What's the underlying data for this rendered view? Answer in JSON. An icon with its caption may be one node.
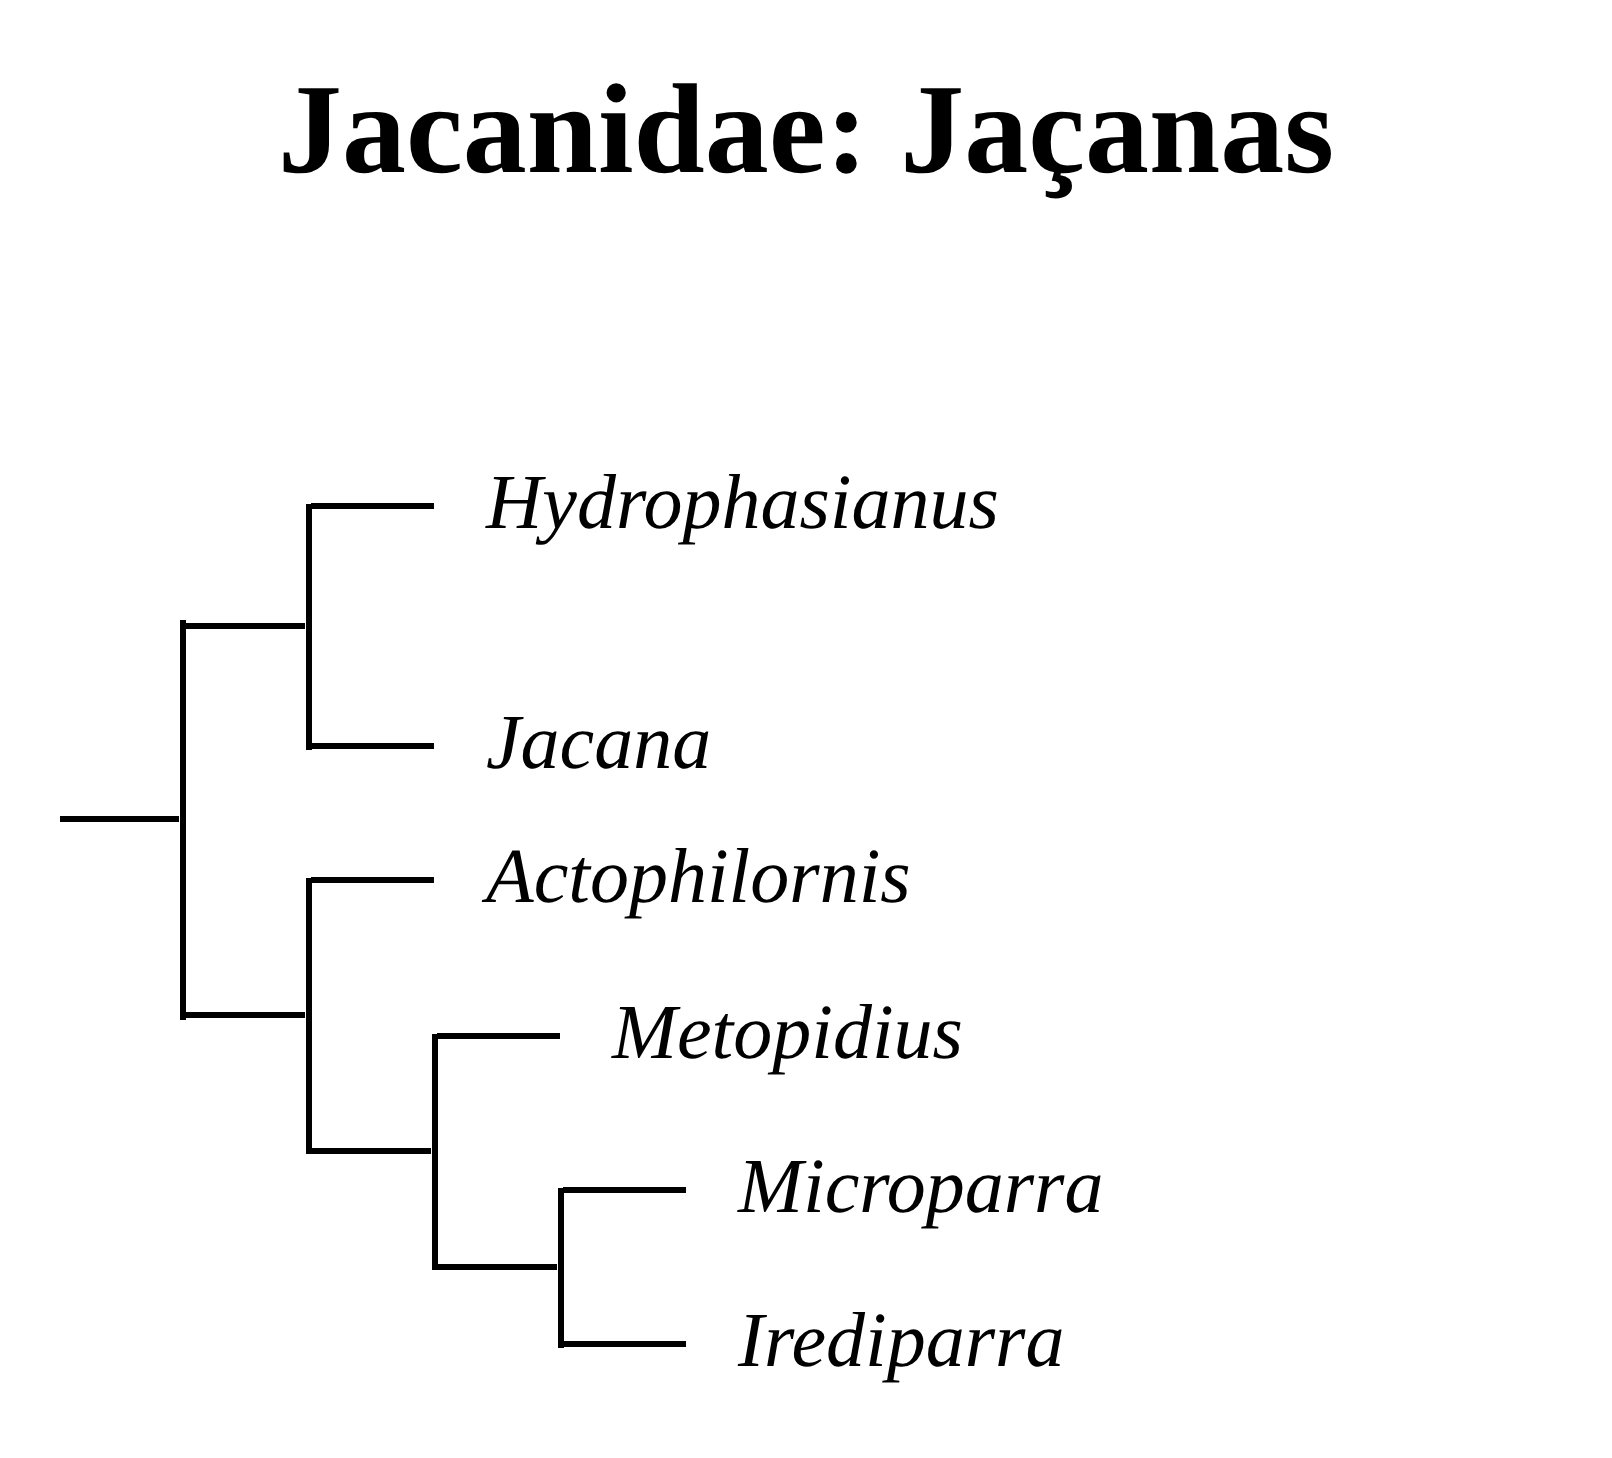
{
  "diagram": {
    "title": "Jacanidae: Jaçanas",
    "nodes": [
      {
        "text": [
          "Hydrophasianus"
        ]
      },
      {
        "text": [
          "Jacana"
        ]
      },
      {
        "text": [
          "Actophilornis"
        ]
      },
      {
        "text": [
          "Metopidius"
        ]
      },
      {
        "text": [
          "Microparra"
        ]
      },
      {
        "text": [
          "Irediparra"
        ]
      },
      {
        "text": [],
        "shape": "bar"
      },
      {
        "text": [],
        "shape": "bar"
      },
      {
        "text": [],
        "shape": "bar"
      },
      {
        "text": [],
        "shape": "bar"
      },
      {
        "text": [],
        "shape": "bar"
      }
    ],
    "edges": [
      {
        "from": null,
        "to": 6,
        "arrow": "none"
      },
      {
        "from": 6,
        "to": 7,
        "arrow": "none"
      },
      {
        "from": 6,
        "to": 8,
        "arrow": "none"
      },
      {
        "from": 7,
        "to": 0,
        "arrow": "none"
      },
      {
        "from": 7,
        "to": 1,
        "arrow": "none"
      },
      {
        "from": 8,
        "to": 2,
        "arrow": "none"
      },
      {
        "from": 8,
        "to": 9,
        "arrow": "none"
      },
      {
        "from": 9,
        "to": 3,
        "arrow": "none"
      },
      {
        "from": 9,
        "to": 10,
        "arrow": "none"
      },
      {
        "from": 10,
        "to": 4,
        "arrow": "none"
      },
      {
        "from": 10,
        "to": 5,
        "arrow": "none"
      }
    ]
  }
}
